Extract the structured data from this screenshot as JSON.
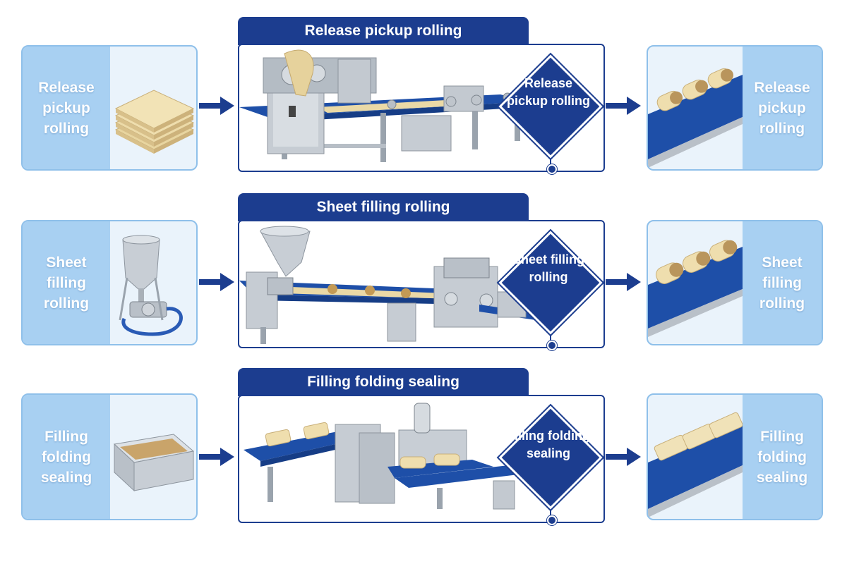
{
  "colors": {
    "accent": "#1c3d8f",
    "panel_light": "#a8d0f2",
    "card_border": "#8fc0ea",
    "card_bg": "#eaf3fb"
  },
  "rows": [
    {
      "input_label": "Release pickup rolling",
      "machine_title": "Release pickup rolling",
      "diamond_label": "Release pickup rolling",
      "output_label": "Release pickup rolling",
      "input_icon": "stacked-dough-sheets-icon",
      "output_icon": "filled-rolls-on-conveyor-icon"
    },
    {
      "input_label": "Sheet filling rolling",
      "machine_title": "Sheet filling rolling",
      "diamond_label": "Sheet filling rolling",
      "output_label": "Sheet filling rolling",
      "input_icon": "filling-hopper-pump-icon",
      "output_icon": "filled-rolls-on-conveyor-icon"
    },
    {
      "input_label": "Filling folding sealing",
      "machine_title": "Filling folding sealing",
      "diamond_label": "Filling folding sealing",
      "output_label": "Filling folding sealing",
      "input_icon": "filling-tray-icon",
      "output_icon": "sealed-pastries-on-conveyor-icon"
    }
  ]
}
